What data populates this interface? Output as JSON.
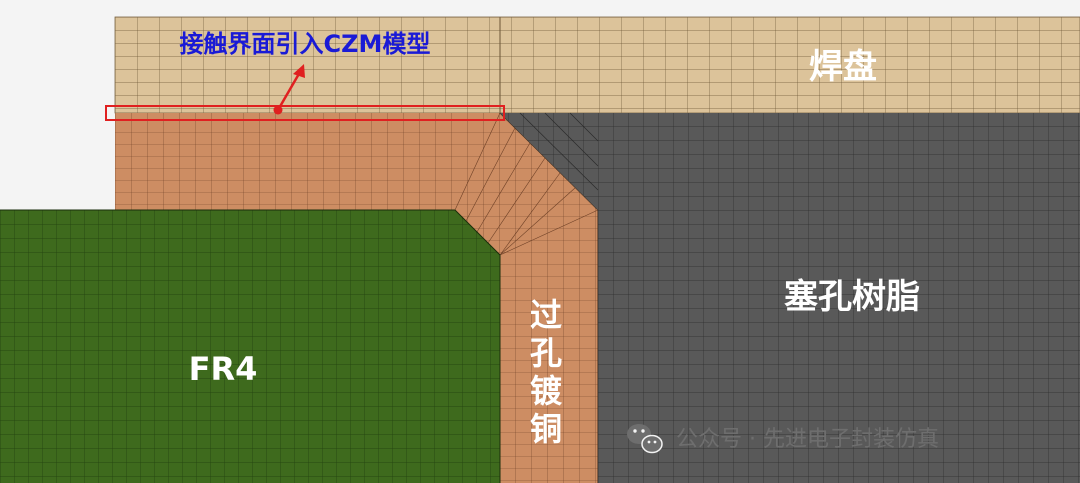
{
  "labels": {
    "pad": "焊盘",
    "resin": "塞孔树脂",
    "fr4": "FR4",
    "via_copper": [
      "过",
      "孔",
      "镀",
      "铜"
    ],
    "czm_annotation": "接触界面引入CZM模型"
  },
  "watermark": {
    "icon": "wechat-icon",
    "text": "公众号 · 先进电子封装仿真"
  },
  "colors": {
    "background": "#f4f4f4",
    "pad": "#dcc39a",
    "copper": "#cd8d63",
    "resin": "#595959",
    "fr4": "#3e6a1d",
    "mesh_light": "#5c4a2e",
    "mesh_dark": "#2b2b2b",
    "annotation": "#e02020",
    "annotation_text": "#1a1ad6",
    "region_label": "#ffffff",
    "watermark": "#6e6e6e"
  }
}
